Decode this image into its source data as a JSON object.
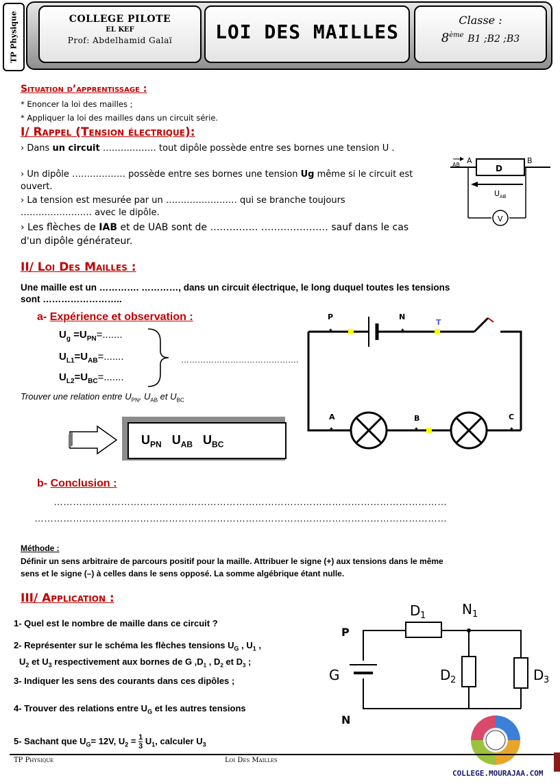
{
  "header": {
    "side_tab": "TP  Physique",
    "school": "COLLEGE PILOTE",
    "town": "EL KEF",
    "prof": "Prof: Abdelhamid Galaï",
    "title": "LOI DES MAILLES",
    "classe_label": "Classe :",
    "grade": "8",
    "grade_sup": "ème",
    "groups": "B1 ;B2 ;B3"
  },
  "situation": {
    "title": "Situation d’apprentissage :",
    "items": [
      "* Enoncer la loi des mailles ;",
      "* Appliquer la loi des mailles dans un circuit série."
    ]
  },
  "rappel": {
    "title": "I/ Rappel (Tension électrique):",
    "lines": [
      {
        "pre": "›  Dans ",
        "bold": "un circuit",
        "post": "  ……………… tout dipôle possède entre ses bornes une tension U ."
      },
      {
        "pre": "›  Un dipôle ……………… possède entre ses bornes une tension ",
        "bold": "Ug",
        "post": " même si le circuit est ouvert."
      },
      {
        "pre": "›  La tension est mesurée par un …………………… qui se branche toujours …………………… avec le dipôle.",
        "bold": "",
        "post": ""
      },
      {
        "pre": "›  Les flèches de ",
        "bold": "IAB",
        "post": " et de UAB  sont de …………… ………………… sauf dans le cas d'un dipôle générateur."
      }
    ],
    "diagram": {
      "a": "A",
      "b": "B",
      "ab": "AB",
      "d": "D",
      "u": "U",
      "u_sub": "AB",
      "v": "V"
    }
  },
  "loi": {
    "title": "II/ Loi Des Mailles :",
    "definition_1": "Une maille est un …………. …………, dans un circuit électrique, le long duquel toutes les tensions",
    "definition_2": "sont ……………………..",
    "exp_label": "a-",
    "exp_title": "Expérience et observation :",
    "rel1_a": "U",
    "rel1_sub": "g",
    "rel1_b": " =U",
    "rel1_sub2": "PN",
    "rel1_c": "=.......",
    "rel2_a": "U",
    "rel2_sub": "L1",
    "rel2_b": "=U",
    "rel2_sub2": "AB",
    "rel2_c": "=.......",
    "rel3_a": "U",
    "rel3_sub": "L2",
    "rel3_b": "=U",
    "rel3_sub2": "BC",
    "rel3_c": "=.......",
    "brace_dots": "…………………………………….",
    "find_a": "Trouver une relation entre U",
    "find_pn": "PN",
    "find_b": ", U",
    "find_ab": "AB",
    "find_c": " et U",
    "find_bc": "BC",
    "box_upn": "U",
    "box_upn_sub": "PN",
    "box_uab": "U",
    "box_uab_sub": "AB",
    "box_ubc": "U",
    "box_ubc_sub": "BC",
    "circuit": {
      "p": "P",
      "n": "N",
      "t": "T",
      "a": "A",
      "b": "B",
      "c": "C"
    },
    "conc_label": "b-",
    "conc_title": "Conclusion :",
    "conc_line1": "……………………………………………………………………………………………………………",
    "conc_line2": "…………………………………………………………………………………………………………………"
  },
  "methode": {
    "title": "Méthode :",
    "line1": "Définir un sens arbitraire de parcours positif pour la maille. Attribuer le signe (+) aux tensions dans le même",
    "line2": "sens et le signe (–) à celles dans le sens opposé. La somme algébrique étant nulle."
  },
  "application": {
    "title": "III/ Application :",
    "q1": "1-  Quel est le nombre de maille dans ce circuit ?",
    "q2a": "2- Représenter sur le schéma les flèches tensions U",
    "q2_g": "G",
    "q2b": " , U",
    "q2_1": "1",
    "q2c": " ,",
    "q2d": "U",
    "q2_2": "2",
    "q2e": " et U",
    "q2_3": "3",
    "q2f": " respectivement aux bornes de G ,D",
    "q2_d1": "1",
    "q2g": " , D",
    "q2_d2": "2",
    "q2h": " et D",
    "q2_d3": "3",
    "q2i": " ;",
    "q3": "3- Indiquer les sens des courants dans ces dipôles ;",
    "q4a": "4- Trouver des relations entre  U",
    "q4_g": "G",
    "q4b": "  et les autres tensions",
    "q5a": "5- Sachant que U",
    "q5_g": "G",
    "q5b": "= 12V, U",
    "q5_2": "2",
    "q5c": " = ",
    "q5_num": "1",
    "q5_den": "3",
    "q5d": " U",
    "q5_1": "1",
    "q5e": ", calculer U",
    "q5_3": "3",
    "circuit": {
      "d1": "D",
      "d1s": "1",
      "n1": "N",
      "n1s": "1",
      "p": "P",
      "g": "G",
      "d2": "D",
      "d2s": "2",
      "d3": "D",
      "d3s": "3",
      "n": "N"
    }
  },
  "logo_text": "COLLEGE.MOURAJAA.COM",
  "footer": {
    "left": "TP  Physique",
    "center": "Loi Des Mailles"
  }
}
